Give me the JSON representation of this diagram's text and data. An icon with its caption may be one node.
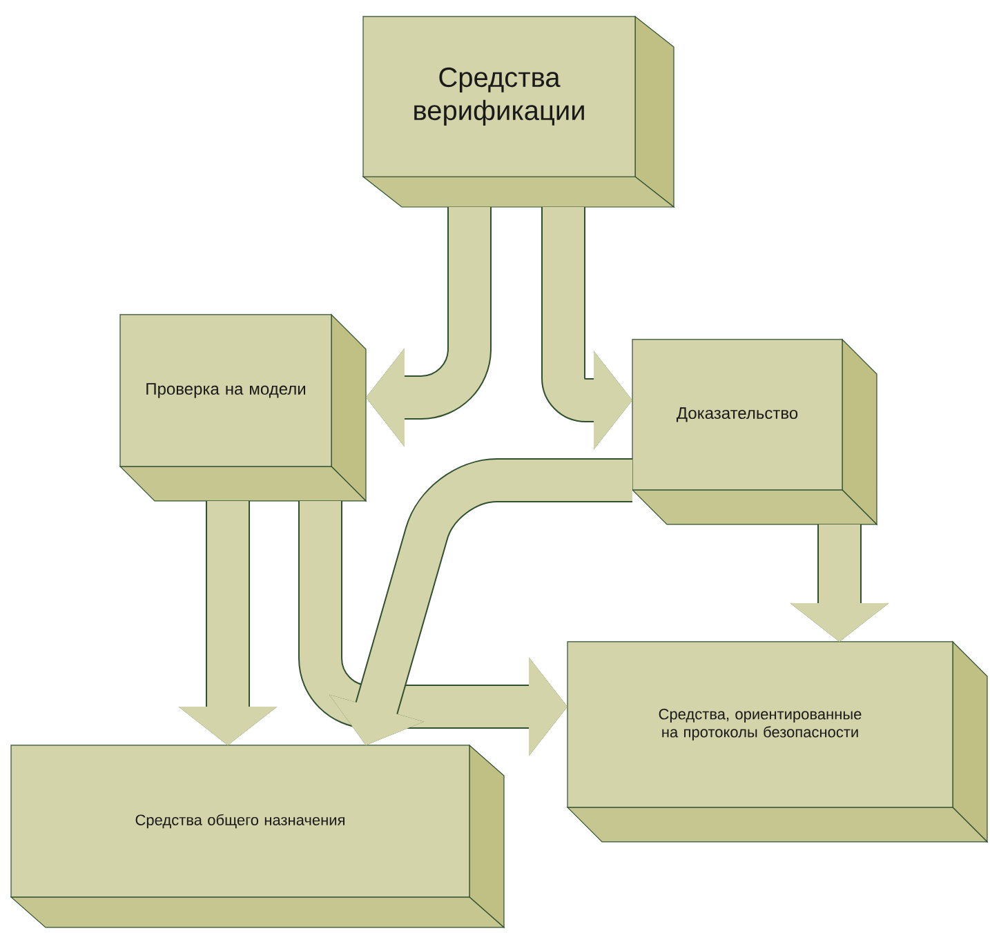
{
  "diagram": {
    "nodes": [
      {
        "text": [
          "Средства верификации"
        ]
      },
      {
        "text": [
          "Проверка на модели"
        ]
      },
      {
        "text": [
          "Доказательство"
        ]
      },
      {
        "text": [
          "Средства общего назначения"
        ]
      },
      {
        "text": [
          "Средства, ориентированные на протоколы безопасности"
        ]
      }
    ],
    "edges": [
      {
        "from": 0,
        "to": 1,
        "arrow": "to"
      },
      {
        "from": 0,
        "to": 2,
        "arrow": "to"
      },
      {
        "from": 1,
        "to": 3,
        "arrow": "to"
      },
      {
        "from": 1,
        "to": 4,
        "arrow": "to"
      },
      {
        "from": 2,
        "to": 3,
        "arrow": "to"
      },
      {
        "from": 2,
        "to": 4,
        "arrow": "to"
      }
    ]
  }
}
